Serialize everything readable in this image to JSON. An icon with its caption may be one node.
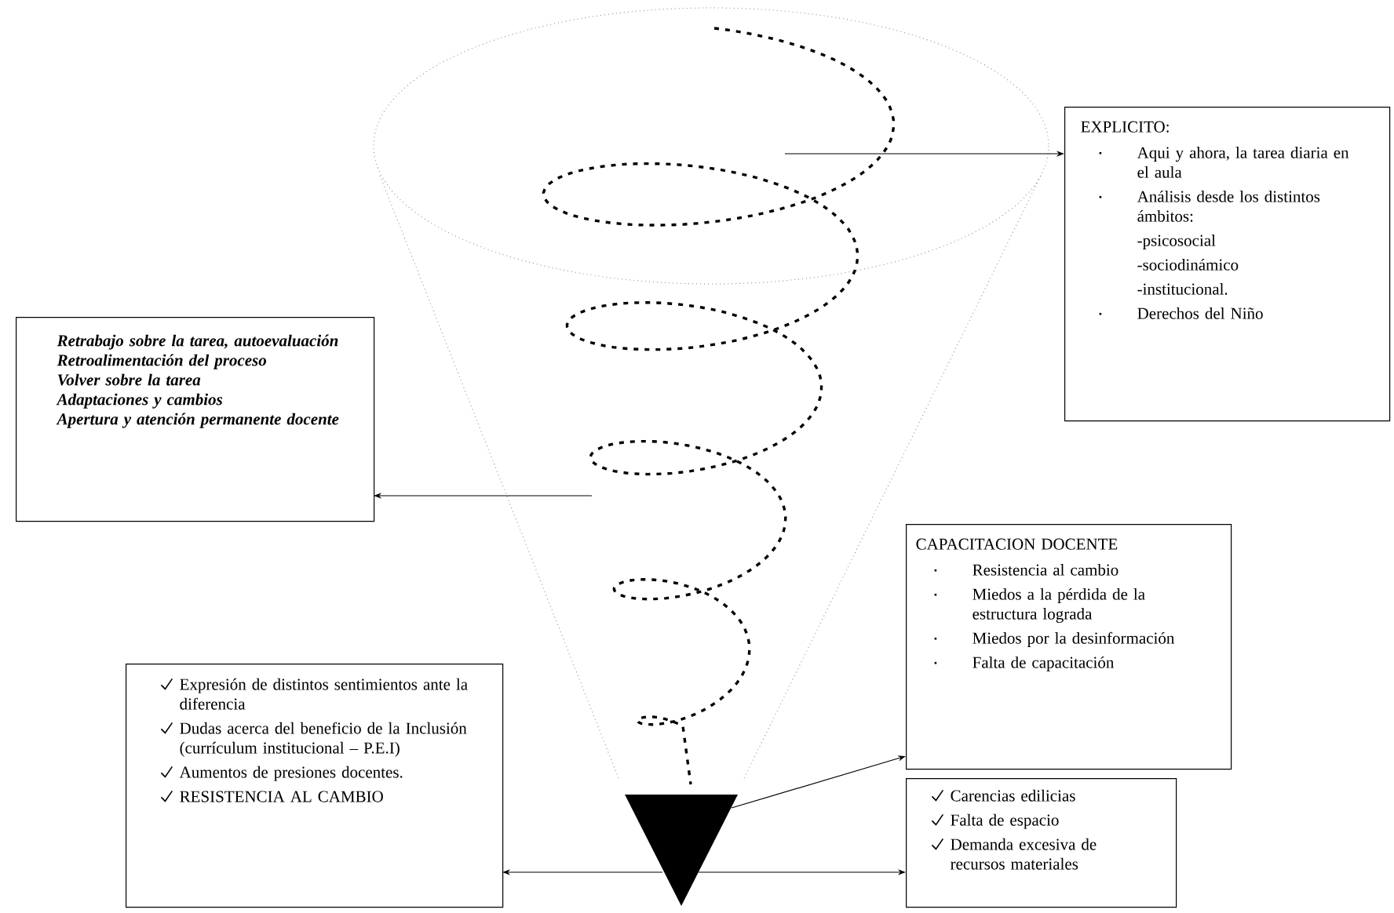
{
  "diagram": {
    "nodes": [
      {
        "text": [
          "EXPLICITO:",
          "Aqui y ahora, la tarea diaria en el aula",
          "Análisis desde los distintos ámbitos:",
          "-psicosocial",
          "-sociodinámico",
          "-institucional.",
          "Derechos del Niño"
        ]
      },
      {
        "text": [
          "Retrabajo sobre la tarea, autoevaluación",
          "Retroalimentación del proceso",
          "Volver sobre la tarea",
          "Adaptaciones y cambios",
          "Apertura y atención permanente docente"
        ]
      },
      {
        "text": [
          "CAPACITACION DOCENTE",
          "Resistencia al cambio",
          "Miedos a la pérdida de la estructura lograda",
          "Miedos por la desinformación",
          "Falta de capacitación"
        ]
      },
      {
        "text": [
          "Expresión de distintos sentimientos ante la diferencia",
          "Dudas acerca del beneficio de la Inclusión (currículum institucional – P.E.I)",
          "Aumentos de presiones docentes.",
          "RESISTENCIA AL CAMBIO"
        ]
      },
      {
        "text": [
          "Carencias edilicias",
          "Falta de espacio",
          "Demanda excesiva de recursos materiales"
        ]
      },
      {
        "text": [],
        "shape": "triangle"
      }
    ],
    "edges": [
      {
        "from": null,
        "to": 0,
        "arrow": "to"
      },
      {
        "from": null,
        "to": 1,
        "arrow": "to"
      },
      {
        "from": 5,
        "to": 2,
        "arrow": "to"
      },
      {
        "from": 5,
        "to": 3,
        "arrow": "to"
      },
      {
        "from": 5,
        "to": 4,
        "arrow": "to"
      }
    ]
  }
}
